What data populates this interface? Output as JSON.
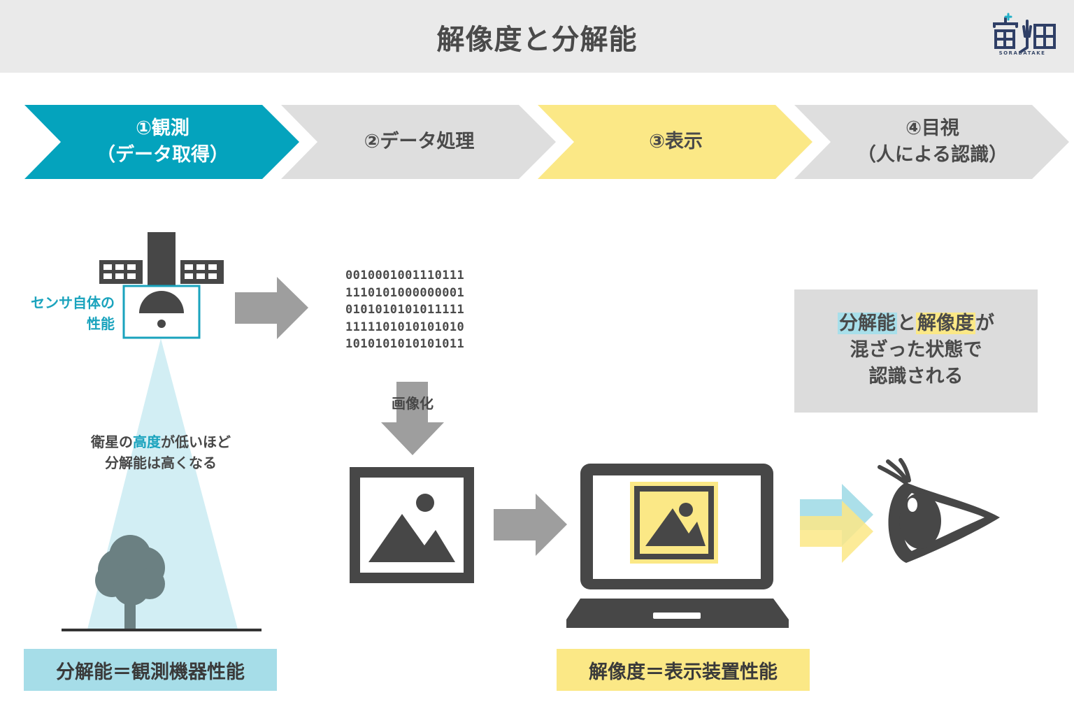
{
  "header": {
    "title": "解像度と分解能",
    "logo_text": "SORABATAKE"
  },
  "steps": [
    {
      "line1": "①観測",
      "line2": "（データ取得）",
      "color": "#04a3bd"
    },
    {
      "line1": "②データ処理",
      "line2": "",
      "color": "#dedede"
    },
    {
      "line1": "③表示",
      "line2": "",
      "color": "#fbe886"
    },
    {
      "line1": "④目視",
      "line2": "（人による認識）",
      "color": "#dedede"
    }
  ],
  "sensor": {
    "label_line1": "センサ自体の",
    "label_line2": "性能"
  },
  "cone": {
    "line1_pre": "衛星の",
    "line1_hl": "高度",
    "line1_post": "が低いほど",
    "line2": "分解能は高くなる"
  },
  "binary": [
    "0010001001110111",
    "1110101000000001",
    "0101010101011111",
    "1111101010101010",
    "1010101010101011"
  ],
  "imaging_label": "画像化",
  "note": {
    "hl1": "分解能",
    "mid1": "と",
    "hl2": "解像度",
    "end1": "が",
    "line2": "混ざった状態で",
    "line3": "認識される"
  },
  "captions": {
    "left": "分解能＝観測機器性能",
    "right": "解像度＝表示装置性能"
  },
  "colors": {
    "teal": "#04a3bd",
    "light_blue": "#a6dde8",
    "yellow": "#fbe886",
    "dark_gray": "#474747",
    "mid_gray": "#9e9e9e"
  }
}
